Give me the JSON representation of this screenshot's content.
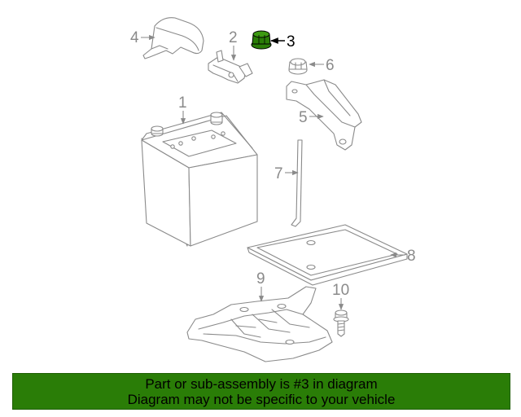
{
  "diagram": {
    "callouts": [
      {
        "id": "1",
        "label": "1"
      },
      {
        "id": "2",
        "label": "2"
      },
      {
        "id": "3",
        "label": "3"
      },
      {
        "id": "4",
        "label": "4"
      },
      {
        "id": "5",
        "label": "5"
      },
      {
        "id": "6",
        "label": "6"
      },
      {
        "id": "7",
        "label": "7"
      },
      {
        "id": "8",
        "label": "8"
      },
      {
        "id": "9",
        "label": "9"
      },
      {
        "id": "10",
        "label": "10"
      }
    ],
    "highlighted_part": "3",
    "highlight_color": "#2a7d07"
  },
  "banner": {
    "line1": "Part or sub-assembly is #3 in diagram",
    "line2": "Diagram may not be specific to your vehicle",
    "background": "#2a7d07"
  }
}
